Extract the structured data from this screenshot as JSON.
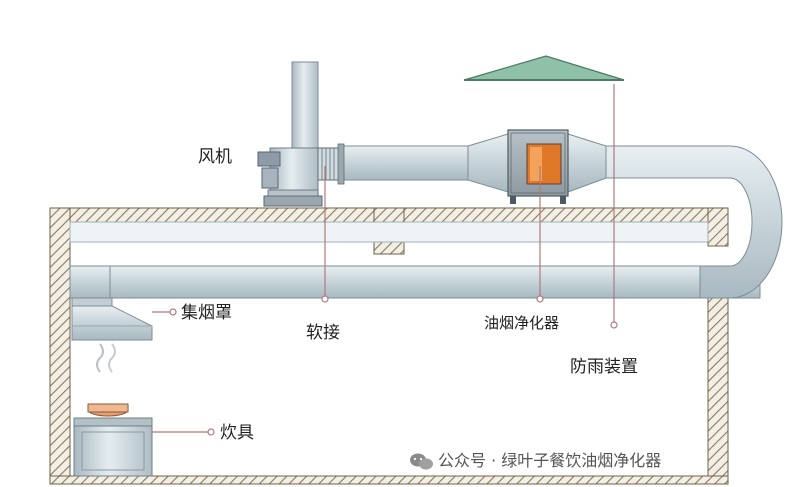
{
  "labels": {
    "fan": "风机",
    "hood": "集烟罩",
    "soft_joint": "软接",
    "purifier": "油烟净化器",
    "rain_cover": "防雨装置",
    "stove": "炊具"
  },
  "watermark": {
    "icon": "wechat-icon",
    "text": "公众号 · 绿叶子餐饮油烟净化器"
  },
  "colors": {
    "duct": "#c9d6dc",
    "wall_hatch": "#8a7a5a",
    "rain_cover": "#8fc0a8",
    "purifier_window": "#e0782a",
    "leader_line": "#b07a7a"
  }
}
